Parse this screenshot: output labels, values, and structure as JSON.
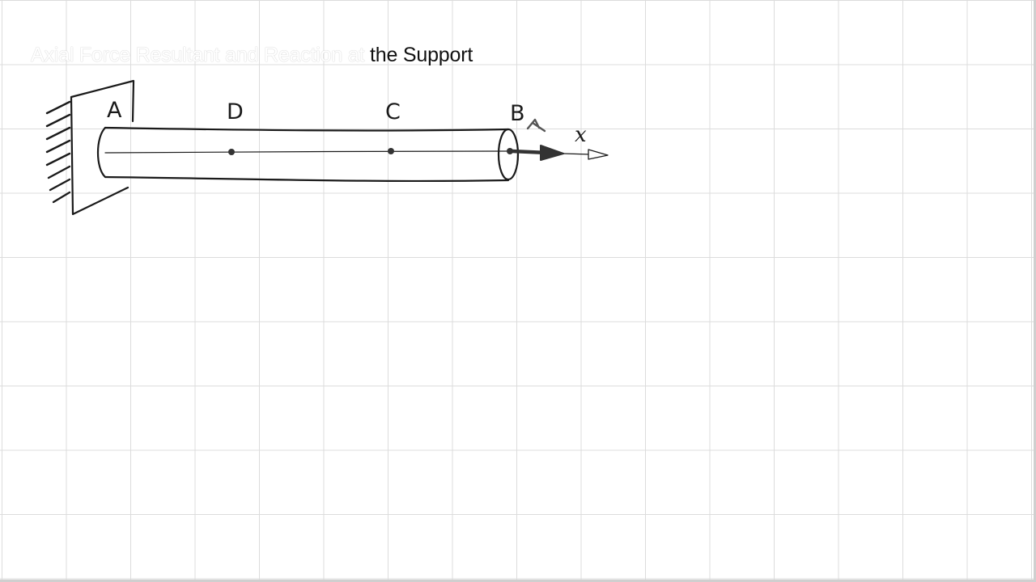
{
  "title": {
    "faded_part": "Axial Force Resultant and Reaction at ",
    "solid_part": "the Support"
  },
  "diagram": {
    "labels": {
      "support_point": "A",
      "point_d": "D",
      "point_c": "C",
      "free_end": "B",
      "axis": "x"
    }
  },
  "colors": {
    "ink": "#1a1a1a",
    "grid": "#dcdcdc",
    "background": "#ffffff"
  }
}
